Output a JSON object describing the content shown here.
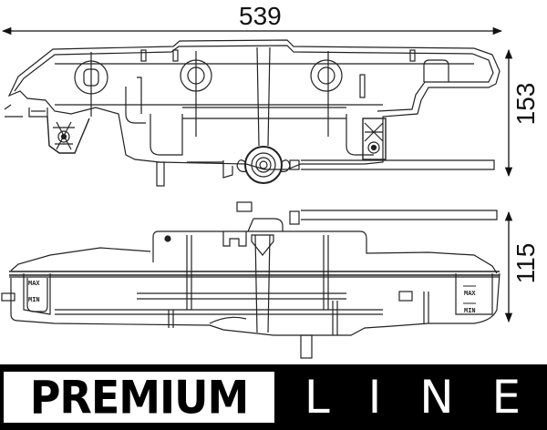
{
  "dimensions": {
    "width": "539",
    "height_top_view": "153",
    "height_side_view": "115"
  },
  "level_marks": {
    "max": "MAX",
    "min": "MIN"
  },
  "banner": {
    "left_text": "PREMIUM",
    "right_letters": [
      "L",
      "I",
      "N",
      "E"
    ],
    "background": "#000000",
    "foreground_left": "#000000",
    "box_color": "#ffffff",
    "foreground_right": "#ffffff"
  },
  "colors": {
    "line": "#222222",
    "background": "#ffffff"
  }
}
